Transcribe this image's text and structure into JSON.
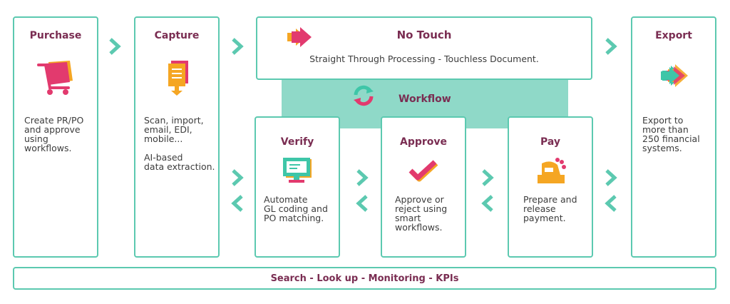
{
  "colors": {
    "border": "#5cc9b0",
    "title": "#7a2d52",
    "band": "#8fd9c8",
    "arrow": "#5cc9b0",
    "pink": "#e23a6e",
    "orange": "#f5a623",
    "teal": "#3ec6a8"
  },
  "purchase": {
    "title": "Purchase",
    "desc": "Create PR/PO\nand approve\nusing\nworkflows.",
    "icon": "cart-icon"
  },
  "capture": {
    "title": "Capture",
    "desc": "Scan, import,\nemail, EDI,\nmobile...\n\nAI-based\ndata extraction.",
    "icon": "document-icon"
  },
  "no_touch": {
    "title": "No Touch",
    "desc": "Straight Through Processing - Touchless Document.",
    "icon": "arrow-icon"
  },
  "workflow": {
    "label": "Workflow",
    "icon": "cycle-icon"
  },
  "verify": {
    "title": "Verify",
    "desc": "Automate\nGL coding and\nPO matching.",
    "icon": "monitor-icon"
  },
  "approve": {
    "title": "Approve",
    "desc": "Approve or\nreject using\nsmart\nworkflows.",
    "icon": "checkmark-icon"
  },
  "pay": {
    "title": "Pay",
    "desc": "Prepare and\nrelease\npayment.",
    "icon": "cash-register-icon"
  },
  "export": {
    "title": "Export",
    "desc": "Export to\nmore than\n250 financial\nsystems.",
    "icon": "arrow-icon"
  },
  "footer": {
    "label": "Search - Look up - Monitoring - KPIs"
  }
}
